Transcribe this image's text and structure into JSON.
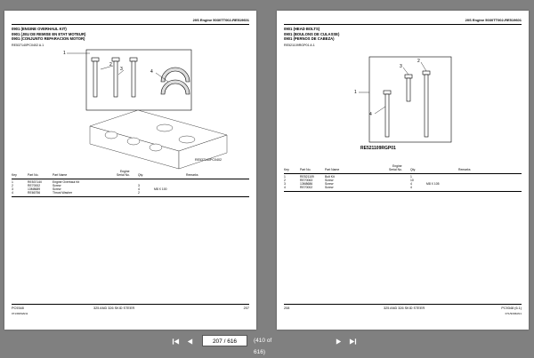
{
  "left_page": {
    "header": "20S Engine 5030TT002-RE519601",
    "section_lines": [
      "0901 (ENGINE OVERHAUL KIT)",
      "0901 (JEU DE REMISE EN ETAT MOTEUR)",
      "0901 (CONJUNTO REPARACION MOTOR)"
    ],
    "ref_code": "RE537140PC0402 A.1",
    "figure_id": "RE537140PC0402",
    "callouts": [
      "1",
      "2",
      "3",
      "4"
    ],
    "table": {
      "engine_header": "Engine",
      "columns": [
        "Key",
        "Part No.",
        "Part Name",
        "Serial No.",
        "Qty.",
        "Remarks"
      ],
      "rows": [
        {
          "key": "1",
          "part_no": "RE537140",
          "name": "Engine Overhaul Kit",
          "qty": "",
          "remarks": ""
        },
        {
          "key": "2",
          "part_no": "RE70002",
          "name": "Screw",
          "qty": "3",
          "remarks": ""
        },
        {
          "key": "3",
          "part_no": "13M8689",
          "name": "Screw",
          "qty": "4",
          "remarks": "M8 X 100"
        },
        {
          "key": "4",
          "part_no": "RE66756",
          "name": "Thrust Washer",
          "qty": "2",
          "remarks": ""
        }
      ]
    },
    "footer_left": "PC9348",
    "footer_center": "325 AND 326 SKID STEER",
    "footer_right": "207",
    "footer_small": "071/93/MAN1"
  },
  "right_page": {
    "header": "20S Engine 5030TT002-RE519601",
    "section_lines": [
      "0901 (HEAD BOLTS)",
      "0901 (BOULONS DE CULASSE)",
      "0901 (PERNOS DE CABEZA)"
    ],
    "ref_code": "RE521109RGP01 A.1",
    "figure_id": "RE521109RGP01",
    "callouts": [
      "1",
      "2",
      "3",
      "4"
    ],
    "table": {
      "engine_header": "Engine",
      "columns": [
        "Key",
        "Part No.",
        "Part Name",
        "Serial No.",
        "Qty.",
        "Remarks"
      ],
      "rows": [
        {
          "key": "1",
          "part_no": "RE521109",
          "name": "Bolt Kit",
          "qty": "1",
          "remarks": ""
        },
        {
          "key": "2",
          "part_no": "RE70063",
          "name": "Screw",
          "qty": "10",
          "remarks": ""
        },
        {
          "key": "3",
          "part_no": "13M8686",
          "name": "Screw",
          "qty": "4",
          "remarks": "M8 X 105"
        },
        {
          "key": "4",
          "part_no": "RE70002",
          "name": "Screw",
          "qty": "4",
          "remarks": ""
        }
      ]
    },
    "footer_left": "208",
    "footer_center": "325 AND 326 SKID STEER",
    "footer_right": "PC9348 (6.1)",
    "footer_small": "071/93/MAN1"
  },
  "toolbar": {
    "current_page": "207 / 616",
    "total_pages": "(410 of 616)",
    "first_icon": "first-page-icon",
    "prev_icon": "prev-page-icon",
    "next_icon": "next-page-icon",
    "last_icon": "last-page-icon"
  }
}
